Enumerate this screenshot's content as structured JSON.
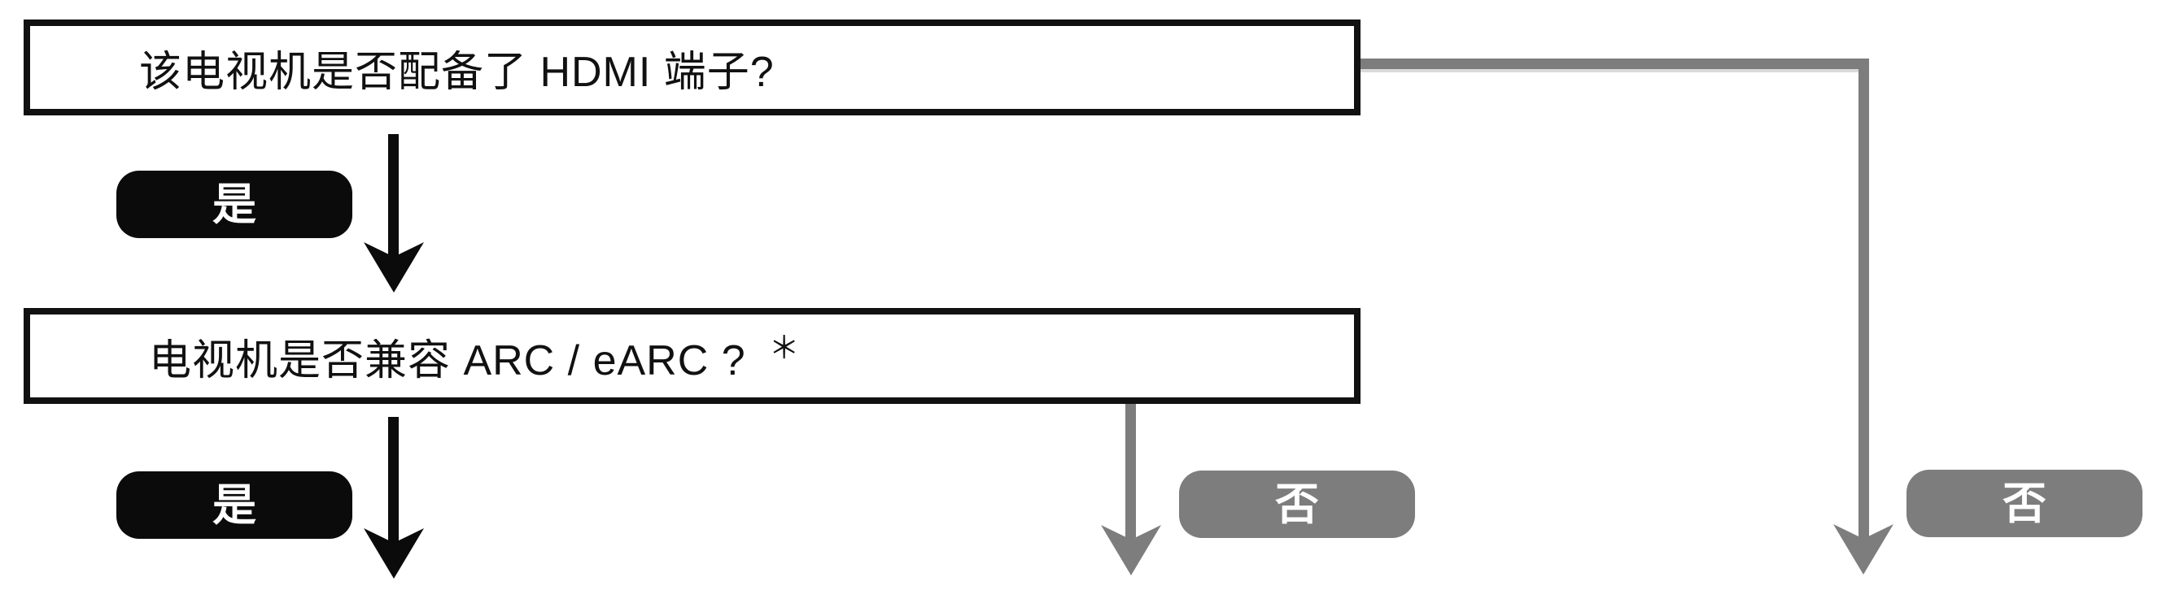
{
  "diagram": {
    "type": "flowchart",
    "background": "#ffffff",
    "colors": {
      "yes_path": "#0b0b0b",
      "no_path": "#7d7d7d",
      "box_border": "#111111",
      "box_bg": "#ffffff",
      "question_text": "#111111",
      "pill_text": "#ffffff"
    },
    "questions": [
      {
        "id": "q1",
        "label": "该电视机是否配备了 HDMI 端子?"
      },
      {
        "id": "q2",
        "label": "电视机是否兼容 ARC / eARC ?",
        "note_marker": "＊"
      }
    ],
    "branches": {
      "q1_yes": {
        "label": "是"
      },
      "q1_no": {
        "label": "否"
      },
      "q2_yes": {
        "label": "是"
      },
      "q2_no": {
        "label": "否"
      }
    }
  }
}
